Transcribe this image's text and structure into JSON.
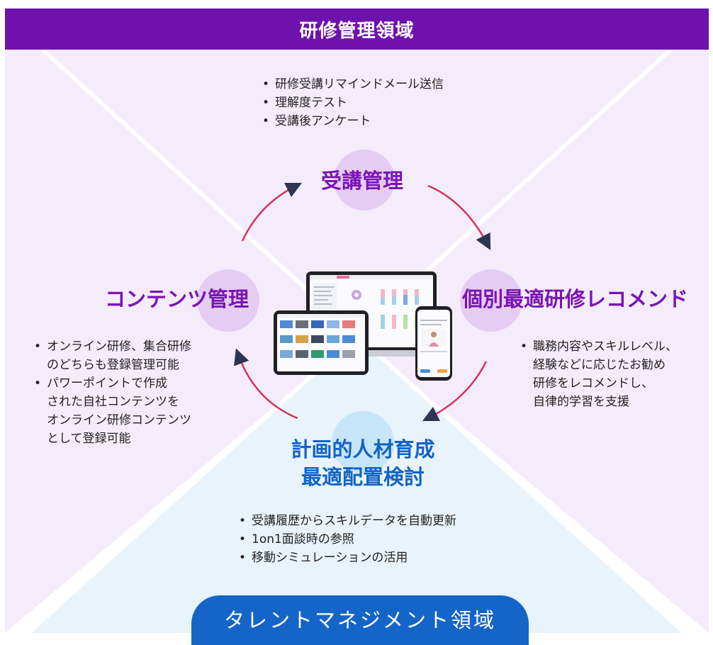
{
  "colors": {
    "purple_banner": "#6f12ad",
    "purple_title": "#7a14b5",
    "blue_banner": "#1565c9",
    "blue_title": "#1364c4",
    "arrow_pink": "#d2335c",
    "arrow_head": "#2f3450",
    "bg_purple": "#f5ecfb",
    "bg_blue": "#e9f3fb",
    "circle_purple": "#e5ccf3",
    "circle_blue": "#c7e5f8"
  },
  "top_banner": {
    "label": "研修管理領域"
  },
  "bottom_banner": {
    "label": "タレントマネジメント領域"
  },
  "nodes": {
    "top": {
      "title": "受講管理",
      "bullets": [
        "研修受講リマインドメール送信",
        "理解度テスト",
        "受講後アンケート"
      ]
    },
    "right": {
      "title": "個別最適研修レコメンド",
      "bullets": [
        "職務内容やスキルレベル、",
        "経験などに応じたお勧め",
        "研修をレコメンドし、",
        "自律的学習を支援"
      ]
    },
    "left": {
      "title": "コンテンツ管理",
      "bullets": [
        "オンライン研修、集合研修",
        "のどちらも登録管理可能",
        "パワーポイントで作成",
        "された自社コンテンツを",
        "オンライン研修コンテンツ",
        "として登録可能"
      ]
    },
    "bottom": {
      "title_line1": "計画的人材育成",
      "title_line2": "最適配置検討",
      "bullets": [
        "受講履歴からスキルデータを自動更新",
        "1on1面談時の参照",
        "移動シミュレーションの活用"
      ]
    }
  },
  "devices_icon": "laptop-tablet-phone-screens"
}
